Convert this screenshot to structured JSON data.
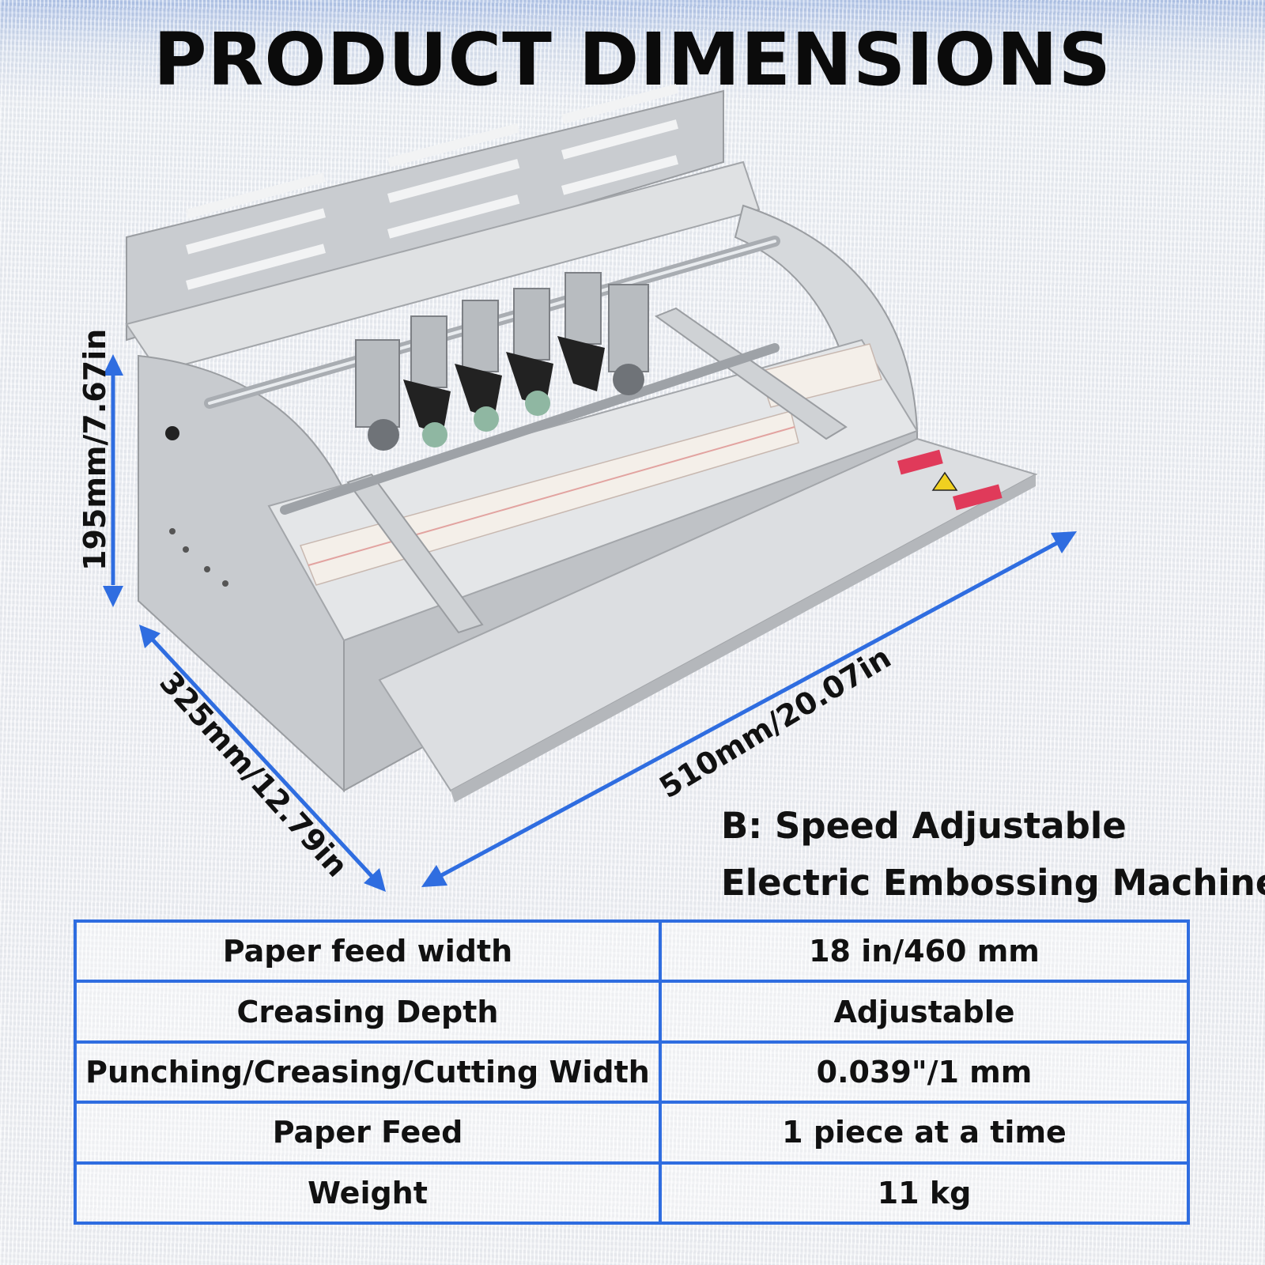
{
  "title": "PRODUCT DIMENSIONS",
  "dimensions": {
    "height": "195mm/7.67in",
    "depth": "325mm/12.79in",
    "width": "510mm/20.07in"
  },
  "product_name": {
    "line1": "B:  Speed  Adjustable",
    "line2": "Electric Embossing Machine"
  },
  "specs": [
    {
      "label": "Paper feed width",
      "value": "18 in/460 mm"
    },
    {
      "label": "Creasing Depth",
      "value": "Adjustable"
    },
    {
      "label": "Punching/Creasing/Cutting Width",
      "value": "0.039\"/1 mm"
    },
    {
      "label": "Paper Feed",
      "value": "1 piece at a time"
    },
    {
      "label": "Weight",
      "value": "11 kg"
    }
  ],
  "colors": {
    "arrow": "#2f6de0",
    "table_border": "#2f6de0",
    "machine_body": "#d4d7da"
  }
}
